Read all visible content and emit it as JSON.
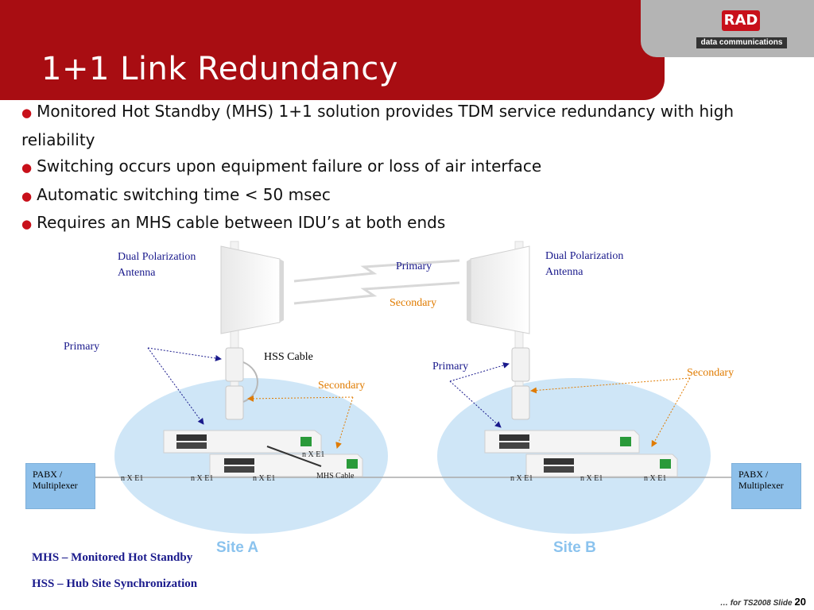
{
  "title": "1+1 Link Redundancy",
  "logo": {
    "brand": "RAD",
    "tagline": "data communications"
  },
  "bullets": [
    "Monitored Hot Standby (MHS) 1+1 solution provides TDM service redundancy with high reliability",
    "Switching occurs upon equipment failure or loss of air interface",
    "Automatic switching time < 50 msec",
    "Requires an MHS cable between IDU’s at both ends"
  ],
  "diagram": {
    "antenna_left_line1": "Dual Polarization",
    "antenna_left_line2": "Antenna",
    "antenna_right_line1": "Dual Polarization",
    "antenna_right_line2": "Antenna",
    "link_primary": "Primary",
    "link_secondary": "Secondary",
    "site_a_primary": "Primary",
    "site_a_secondary": "Secondary",
    "site_b_primary": "Primary",
    "site_b_secondary": "Secondary",
    "hss_cable": "HSS Cable",
    "mhs_cable": "MHS Cable",
    "nxe1": "n X E1",
    "pabx_line1": "PABX /",
    "pabx_line2": "Multiplexer",
    "site_a": "Site A",
    "site_b": "Site B"
  },
  "definitions": {
    "mhs": "MHS – Monitored Hot Standby",
    "hss": "HSS – Hub Site Synchronization"
  },
  "footer": {
    "text": "… for TS2008  Slide",
    "slide_number": "20"
  },
  "colors": {
    "title_bg": "#a80d12",
    "primary_text": "#1a1a8c",
    "secondary_text": "#e07b00",
    "site_ellipse": "#cfe6f7"
  }
}
